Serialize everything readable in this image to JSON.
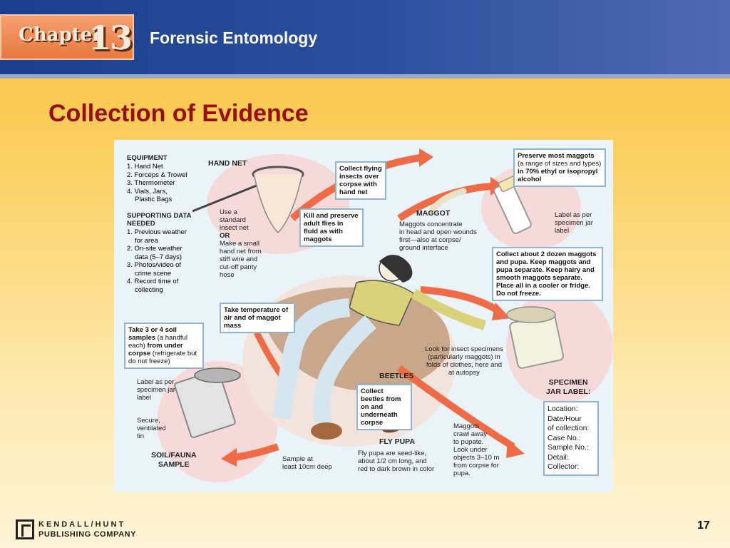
{
  "header": {
    "chapter_word": "Chapter",
    "chapter_number": "13",
    "title": "Forensic Entomology"
  },
  "slide": {
    "title": "Collection of Evidence",
    "page_number": "17"
  },
  "figure": {
    "equipment_heading": "EQUIPMENT",
    "equipment_items": [
      "1. Hand Net",
      "2. Forceps & Trowel",
      "3. Thermometer",
      "4. Vials, Jars,",
      "Plastic Bags"
    ],
    "supporting_heading_1": "SUPPORTING DATA",
    "supporting_heading_2": "NEEDED",
    "supporting_items": [
      "1. Previous weather",
      "for area",
      "2. On-site weather",
      "data (5–7 days)",
      "3. Photos/video of",
      "crime scene",
      "4. Record time of",
      "collecting"
    ],
    "hand_net_label": "HAND NET",
    "net_note": [
      "Use a",
      "standard",
      "insect net"
    ],
    "net_or": "OR",
    "net_note_2": [
      "Make a small",
      "hand net from",
      "stiff wire and",
      "cut-off panty",
      "hose"
    ],
    "collect_flying": "Collect flying insects over corpse with hand net",
    "kill_preserve": "Kill and preserve adult flies in fluid as with maggots",
    "maggot_label": "MAGGOT",
    "maggot_note": [
      "Maggots concentrate",
      "in head and open wounds",
      "first—also at corpse/",
      "ground interface"
    ],
    "preserve_bold": "Preserve most maggots",
    "preserve_normal": "(a range of sizes and types)",
    "preserve_bold_2": "in 70% ethyl or isopropyl alcohol",
    "label_vial": [
      "Label as per",
      "specimen jar",
      "label"
    ],
    "collect_dozen": "Collect about 2 dozen maggots and pupa. Keep maggots and pupa separate. Keep hairy and smooth maggots separate. Place all in a cooler or fridge. Do not freeze.",
    "take_temp": "Take temperature of air and of maggot mass",
    "soil_bold": "Take 3 or 4 soil samples",
    "soil_normal_1": "(a handful each)",
    "soil_bold_2": "from under corpse",
    "soil_normal_2": "(refrigerate but do not freeze)",
    "label_tin": [
      "Label as per",
      "specimen jar",
      "label"
    ],
    "secure_tin": [
      "Secure,",
      "ventilated",
      "tin"
    ],
    "soil_fauna_1": "SOIL/FAUNA",
    "soil_fauna_2": "SAMPLE",
    "sample_depth": [
      "Sample at",
      "least 10cm deep"
    ],
    "look_specimens": [
      "Look for insect specimens",
      "(particularly maggots) in",
      "folds of clothes, here and",
      "at autopsy"
    ],
    "beetles_label": "BEETLES",
    "collect_beetles": "Collect beetles from on and underneath corpse",
    "fly_pupa_label": "FLY PUPA",
    "fly_pupa_note": [
      "Fly pupa are seed-like,",
      "about 1/2 cm long, and",
      "red to dark brown in color"
    ],
    "maggots_crawl": [
      "Maggots",
      "crawl away",
      "to pupate.",
      "Look under",
      "objects 3–10 m",
      "from corpse for",
      "pupa."
    ],
    "specimen_jar_1": "SPECIMEN",
    "specimen_jar_2": "JAR LABEL:",
    "jar_fields": [
      "Location:",
      "Date/Hour",
      "of collection:",
      "Case No.:",
      "Sample No.:",
      "Detail:",
      "Collector:"
    ]
  },
  "footer": {
    "logo_top": "KENDALL/HUNT",
    "logo_bottom": "PUBLISHING COMPANY"
  },
  "colors": {
    "header_blue": "#1b3f8c",
    "title_red": "#9b0d0d",
    "arrow_orange": "#ee6b45",
    "figure_bg": "#eaf3f8"
  }
}
